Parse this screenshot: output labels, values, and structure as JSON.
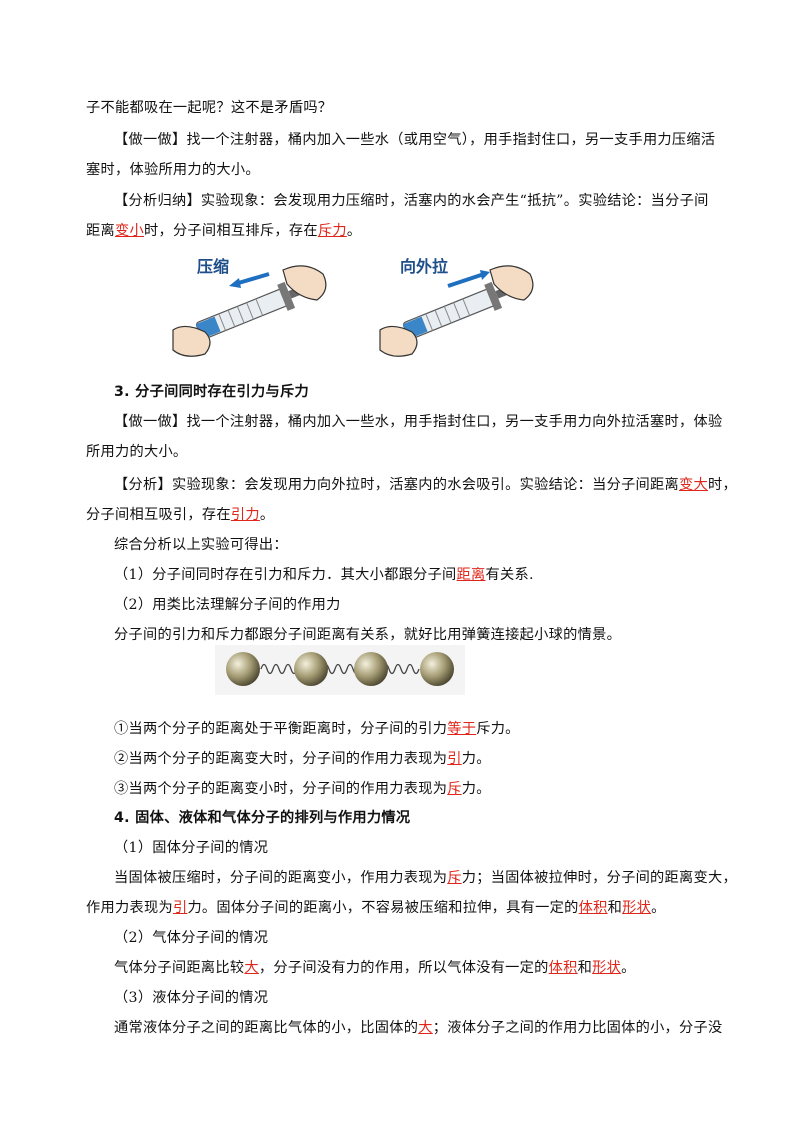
{
  "lines": {
    "l1": "子不能都吸在一起呢？这不是矛盾吗？",
    "l2": "【做一做】找一个注射器，桶内加入一些水（或用空气），用手指封住口，另一支手用力压缩活",
    "l3": "塞时，体验所用力的大小。",
    "l4a": "【分析归纳】实验现象：会发现用力压缩时，活塞内的水会产生“抵抗”。实验结论：当分子间",
    "l5a": "距离",
    "l5b": "变小",
    "l5c": "时，分子间相互排斥，存在",
    "l5d": "斥力",
    "l5e": "。",
    "h3": "3.  分子间同时存在引力与斥力",
    "l6": "【做一做】找一个注射器，桶内加入一些水，用手指封住口，另一支手用力向外拉活塞时，体验",
    "l7": "所用力的大小。",
    "l8a": "【分析】实验现象：会发现用力向外拉时，活塞内的水会吸引。实验结论：当分子间距离",
    "l8b": "变大",
    "l8c": "时，",
    "l9a": "分子间相互吸引，存在",
    "l9b": "引力",
    "l9c": "。",
    "l10": "综合分析以上实验可得出：",
    "l11a": "（1）分子间同时存在引力和斥力．其大小都跟分子间",
    "l11b": "距离",
    "l11c": "有关系.",
    "l12": "（2）用类比法理解分子间的作用力",
    "l13": "分子间的引力和斥力都跟分子间距离有关系，就好比用弹簧连接起小球的情景。",
    "l14a": "①当两个分子的距离处于平衡距离时，分子间的引力",
    "l14b": "等于",
    "l14c": "斥力。",
    "l15a": "②当两个分子的距离变大时，分子间的作用力表现为",
    "l15b": "引",
    "l15c": "力。",
    "l16a": "③当两个分子的距离变小时，分子间的作用力表现为",
    "l16b": "斥",
    "l16c": "力。",
    "h4": "4.  固体、液体和气体分子的排列与作用力情况",
    "l17": "（1）固体分子间的情况",
    "l18a": "当固体被压缩时，分子间的距离变小，作用力表现为",
    "l18b": "斥",
    "l18c": "力；当固体被拉伸时，分子间的距离变大，",
    "l19a": "作用力表现为",
    "l19b": "引",
    "l19c": "力。固体分子间的距离小，不容易被压缩和拉伸，具有一定的",
    "l19d": "体积",
    "l19e": "和",
    "l19f": "形状",
    "l19g": "。",
    "l20": "（2）气体分子间的情况",
    "l21a": "气体分子间距离比较",
    "l21b": "大",
    "l21c": "，分子间没有力的作用，所以气体没有一定的",
    "l21d": "体积",
    "l21e": "和",
    "l21f": "形状",
    "l21g": "。",
    "l22": "（3）液体分子间的情况",
    "l23a": "通常液体分子之间的距离比气体的小，比固体的",
    "l23b": "大",
    "l23c": "；液体分子之间的作用力比固体的小，分子没"
  },
  "figures": {
    "syringe_left_label": "压缩",
    "syringe_right_label": "向外拉"
  },
  "colors": {
    "answer": "#e0261a",
    "arrow": "#1f6fc0"
  }
}
